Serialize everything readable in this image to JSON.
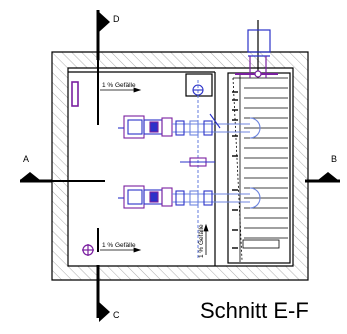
{
  "drawing": {
    "title": "Schnitt E-F",
    "section_markers": {
      "top": "D",
      "bottom": "C",
      "left": "A",
      "right": "B"
    },
    "slope_labels": [
      "1 % Gefälle",
      "1 % Gefälle",
      "1 % Gefälle"
    ]
  },
  "colors": {
    "line": "#000000",
    "hatch": "#8a8a8a",
    "pipe_purple": "#7a1fa0",
    "pipe_blue": "#2b32c8",
    "light_blue": "#6f86e0"
  }
}
